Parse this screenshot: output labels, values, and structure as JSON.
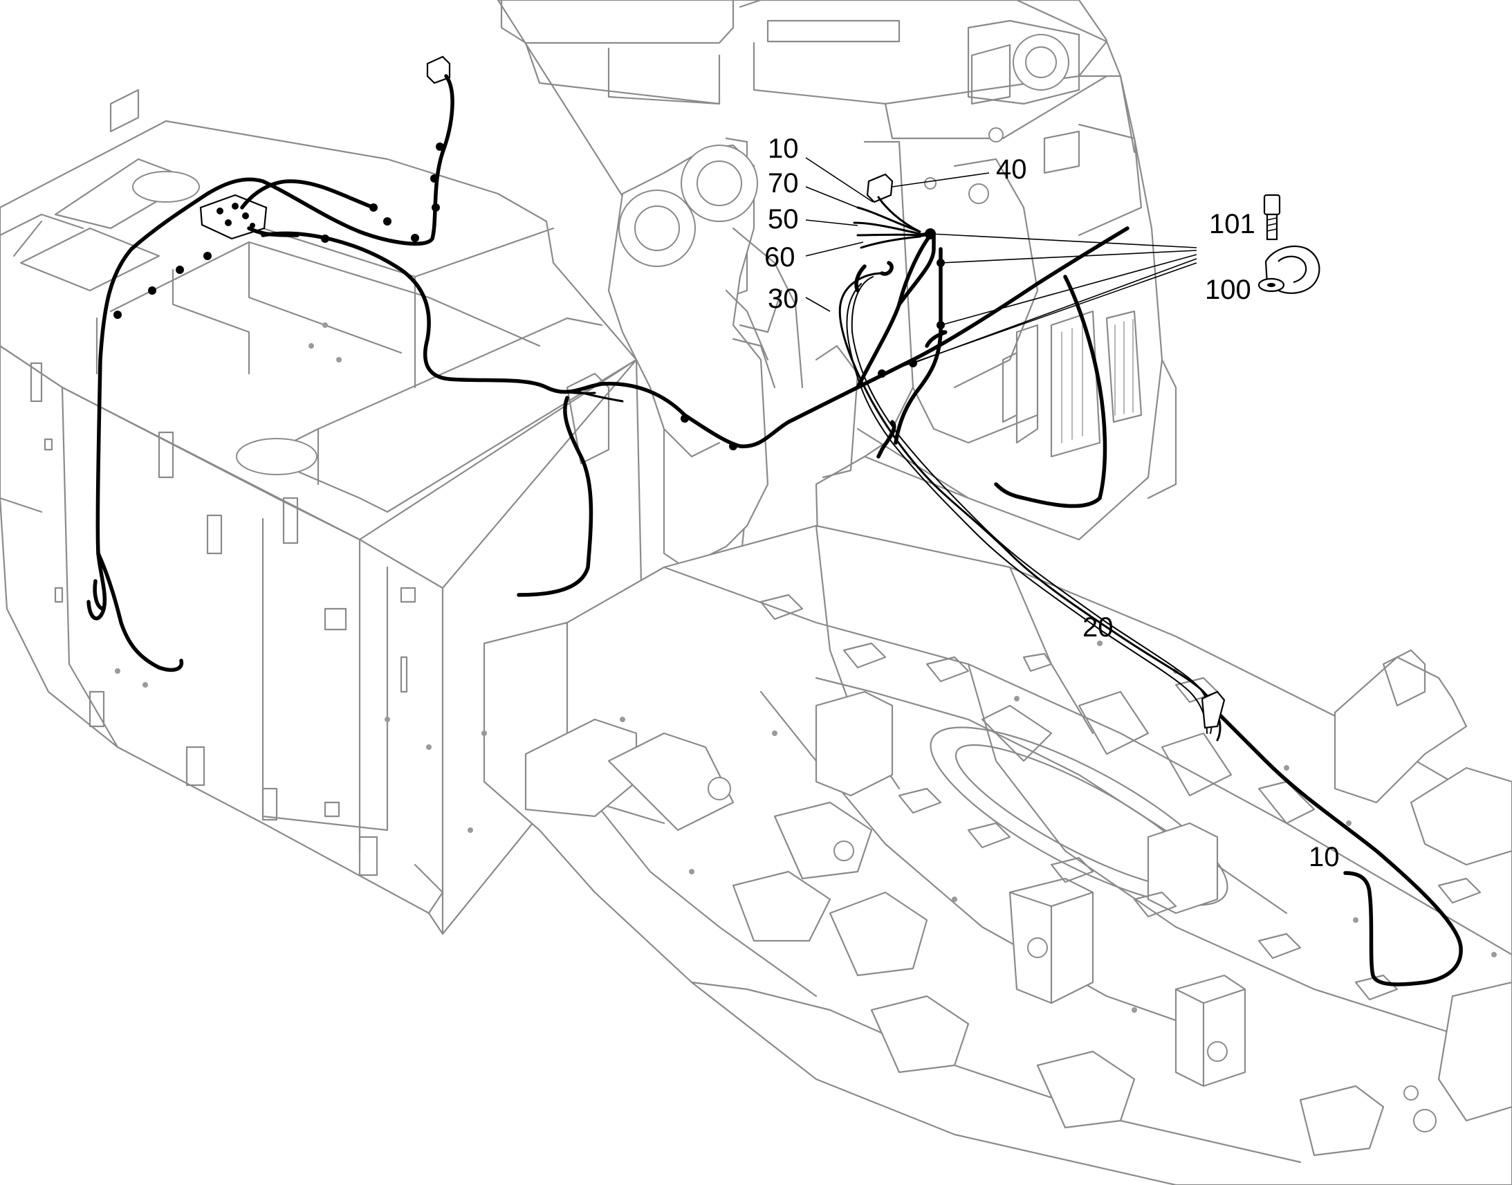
{
  "callouts": {
    "c10_top": "10",
    "c70": "70",
    "c50": "50",
    "c60": "60",
    "c30": "30",
    "c40": "40",
    "c101": "101",
    "c100": "100",
    "c20": "20",
    "c10_bottom": "10"
  },
  "colors": {
    "frame_line": "#8a8a8a",
    "harness": "#000000",
    "background": "#ffffff"
  }
}
